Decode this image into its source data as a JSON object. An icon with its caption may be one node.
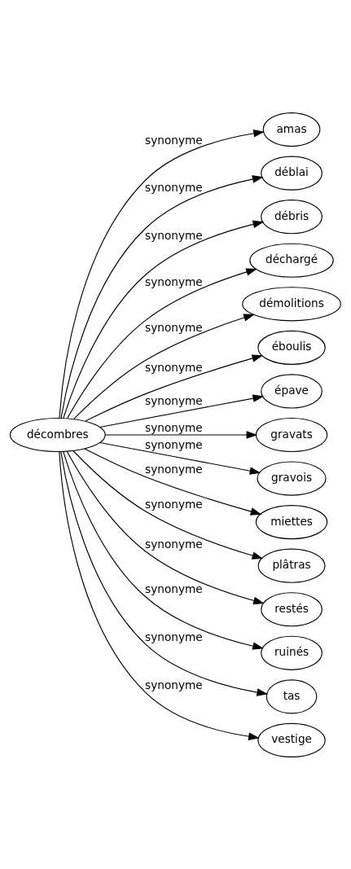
{
  "diagram": {
    "nodes": [
      {
        "text": [
          "décombres"
        ]
      },
      {
        "text": [
          "amas"
        ]
      },
      {
        "text": [
          "déblai"
        ]
      },
      {
        "text": [
          "débris"
        ]
      },
      {
        "text": [
          "déchargé"
        ]
      },
      {
        "text": [
          "démolitions"
        ]
      },
      {
        "text": [
          "éboulis"
        ]
      },
      {
        "text": [
          "épave"
        ]
      },
      {
        "text": [
          "gravats"
        ]
      },
      {
        "text": [
          "gravois"
        ]
      },
      {
        "text": [
          "miettes"
        ]
      },
      {
        "text": [
          "plâtras"
        ]
      },
      {
        "text": [
          "restés"
        ]
      },
      {
        "text": [
          "ruinés"
        ]
      },
      {
        "text": [
          "tas"
        ]
      },
      {
        "text": [
          "vestige"
        ]
      }
    ],
    "edges": [
      {
        "from": 0,
        "to": 1,
        "arrow": "to",
        "label": "synonyme"
      },
      {
        "from": 0,
        "to": 2,
        "arrow": "to",
        "label": "synonyme"
      },
      {
        "from": 0,
        "to": 3,
        "arrow": "to",
        "label": "synonyme"
      },
      {
        "from": 0,
        "to": 4,
        "arrow": "to",
        "label": "synonyme"
      },
      {
        "from": 0,
        "to": 5,
        "arrow": "to",
        "label": "synonyme"
      },
      {
        "from": 0,
        "to": 6,
        "arrow": "to",
        "label": "synonyme"
      },
      {
        "from": 0,
        "to": 7,
        "arrow": "to",
        "label": "synonyme"
      },
      {
        "from": 0,
        "to": 8,
        "arrow": "to",
        "label": "synonyme"
      },
      {
        "from": 0,
        "to": 9,
        "arrow": "to",
        "label": "synonyme"
      },
      {
        "from": 0,
        "to": 10,
        "arrow": "to",
        "label": "synonyme"
      },
      {
        "from": 0,
        "to": 11,
        "arrow": "to",
        "label": "synonyme"
      },
      {
        "from": 0,
        "to": 12,
        "arrow": "to",
        "label": "synonyme"
      },
      {
        "from": 0,
        "to": 13,
        "arrow": "to",
        "label": "synonyme"
      },
      {
        "from": 0,
        "to": 14,
        "arrow": "to",
        "label": "synonyme"
      },
      {
        "from": 0,
        "to": 15,
        "arrow": "to",
        "label": "synonyme"
      }
    ]
  }
}
